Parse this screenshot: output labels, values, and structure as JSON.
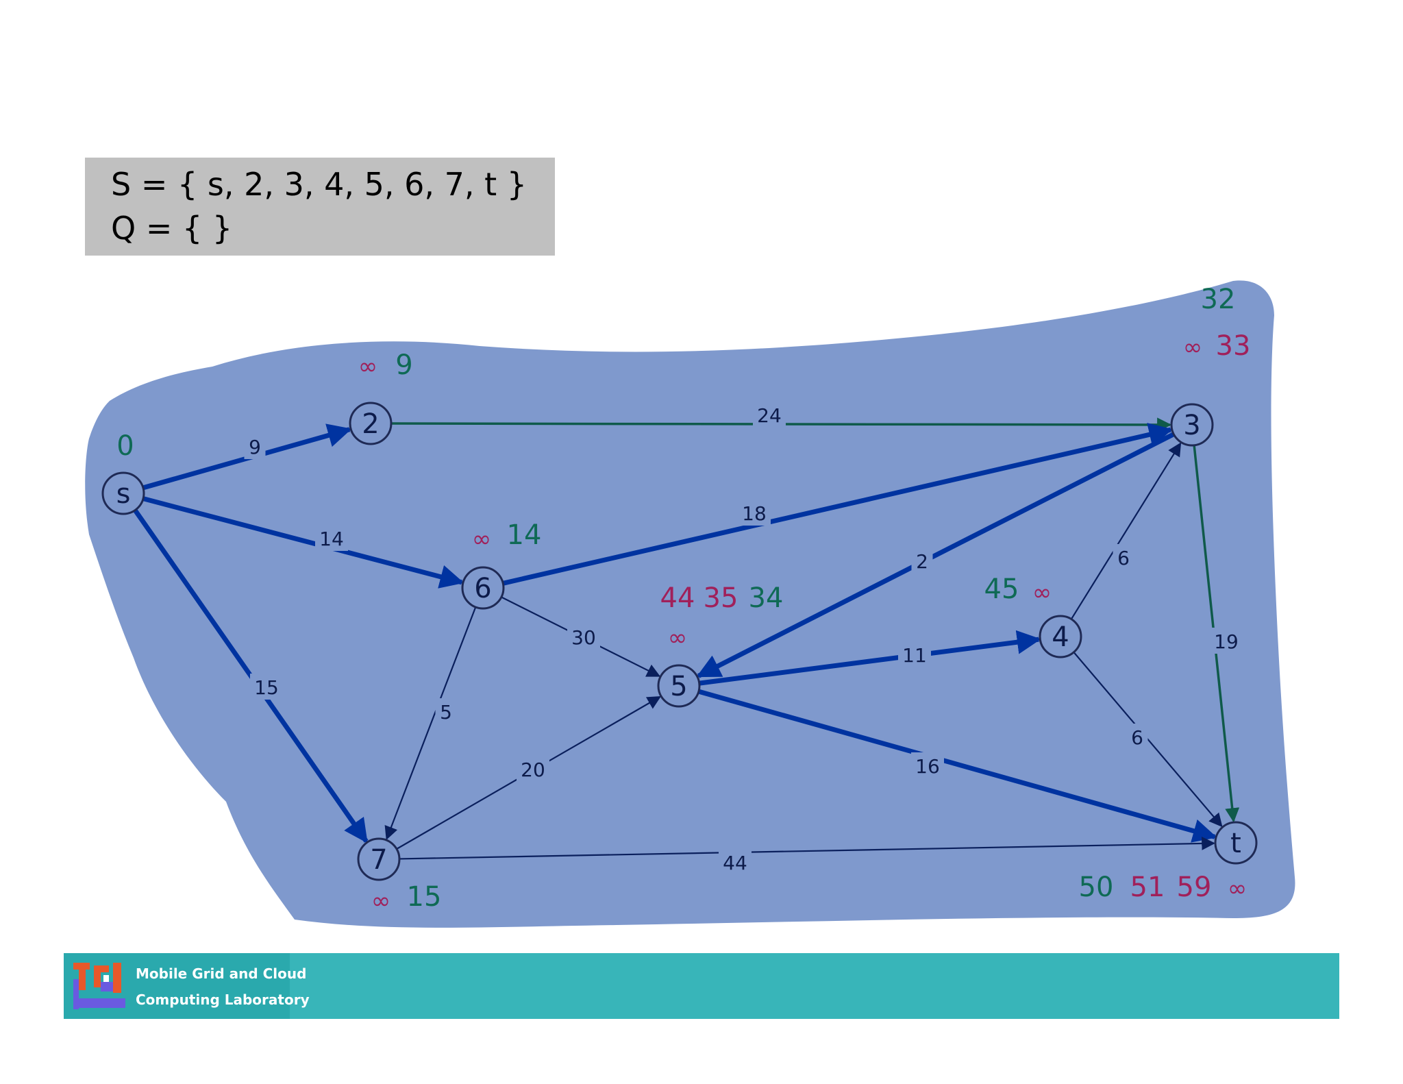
{
  "sets": {
    "s_line": "S = { s, 2, 3, 4, 5, 6, 7, t }",
    "q_line": "Q = { }"
  },
  "colors": {
    "blob": "#7f99cd",
    "node_fill": "#7f99cd",
    "node_stroke": "#1f2a55",
    "tree_edge": "#0033a0",
    "dark_edge": "#0a1f5c",
    "green_edge": "#0f5a4a",
    "green_text": "#0f6a55",
    "magenta_text": "#a0205a",
    "footer": "#38b5b9"
  },
  "nodes": [
    {
      "id": "s",
      "label": "s"
    },
    {
      "id": "2",
      "label": "2"
    },
    {
      "id": "3",
      "label": "3"
    },
    {
      "id": "4",
      "label": "4"
    },
    {
      "id": "5",
      "label": "5"
    },
    {
      "id": "6",
      "label": "6"
    },
    {
      "id": "7",
      "label": "7"
    },
    {
      "id": "t",
      "label": "t"
    }
  ],
  "edges": [
    {
      "from": "s",
      "to": "2",
      "weight": "9",
      "style": "tree"
    },
    {
      "from": "s",
      "to": "6",
      "weight": "14",
      "style": "tree"
    },
    {
      "from": "s",
      "to": "7",
      "weight": "15",
      "style": "tree"
    },
    {
      "from": "2",
      "to": "3",
      "weight": "24",
      "style": "green"
    },
    {
      "from": "6",
      "to": "3",
      "weight": "18",
      "style": "tree"
    },
    {
      "from": "3",
      "to": "5",
      "weight": "2",
      "style": "tree"
    },
    {
      "from": "4",
      "to": "3",
      "weight": "6",
      "style": "thin"
    },
    {
      "from": "3",
      "to": "t",
      "weight": "19",
      "style": "green"
    },
    {
      "from": "6",
      "to": "5",
      "weight": "30",
      "style": "thin"
    },
    {
      "from": "6",
      "to": "7",
      "weight": "5",
      "style": "thin"
    },
    {
      "from": "5",
      "to": "4",
      "weight": "11",
      "style": "tree"
    },
    {
      "from": "4",
      "to": "t",
      "weight": "6",
      "style": "thin"
    },
    {
      "from": "5",
      "to": "t",
      "weight": "16",
      "style": "tree"
    },
    {
      "from": "7",
      "to": "5",
      "weight": "20",
      "style": "thin"
    },
    {
      "from": "7",
      "to": "t",
      "weight": "44",
      "style": "thin"
    }
  ],
  "distance_labels": [
    {
      "node": "s",
      "parts": [
        {
          "text": "0",
          "color": "green"
        }
      ]
    },
    {
      "node": "2",
      "parts": [
        {
          "text": "∞",
          "color": "magenta"
        },
        {
          "text": "9",
          "color": "green"
        }
      ]
    },
    {
      "node": "3",
      "parts": [
        {
          "text": "32",
          "color": "green"
        }
      ]
    },
    {
      "node": "3b",
      "parts": [
        {
          "text": "∞",
          "color": "magenta"
        },
        {
          "text": "33",
          "color": "magenta"
        }
      ]
    },
    {
      "node": "6",
      "parts": [
        {
          "text": "∞",
          "color": "magenta"
        },
        {
          "text": "14",
          "color": "green"
        }
      ]
    },
    {
      "node": "5",
      "parts": [
        {
          "text": "44",
          "color": "magenta"
        },
        {
          "text": "35",
          "color": "magenta"
        },
        {
          "text": "34",
          "color": "green"
        }
      ]
    },
    {
      "node": "5b",
      "parts": [
        {
          "text": "∞",
          "color": "magenta"
        }
      ]
    },
    {
      "node": "4",
      "parts": [
        {
          "text": "45",
          "color": "green"
        },
        {
          "text": "∞",
          "color": "magenta"
        }
      ]
    },
    {
      "node": "7",
      "parts": [
        {
          "text": "∞",
          "color": "magenta"
        },
        {
          "text": "15",
          "color": "green"
        }
      ]
    },
    {
      "node": "t",
      "parts": [
        {
          "text": "50",
          "color": "green"
        },
        {
          "text": "51",
          "color": "magenta"
        },
        {
          "text": "59",
          "color": "magenta"
        },
        {
          "text": "∞",
          "color": "magenta"
        }
      ]
    }
  ],
  "footer": {
    "line1": "Mobile Grid and Cloud",
    "line2": "Computing Laboratory"
  }
}
